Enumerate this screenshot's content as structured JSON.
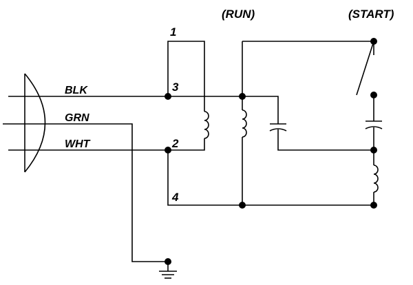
{
  "header": {
    "run_label": "(RUN)",
    "start_label": "(START)"
  },
  "plug": {
    "wires": {
      "black": "BLK",
      "green": "GRN",
      "white": "WHT"
    }
  },
  "terminals": {
    "t1": "1",
    "t2": "2",
    "t3": "3",
    "t4": "4"
  },
  "colors": {
    "line": "#000000",
    "background": "#ffffff"
  }
}
